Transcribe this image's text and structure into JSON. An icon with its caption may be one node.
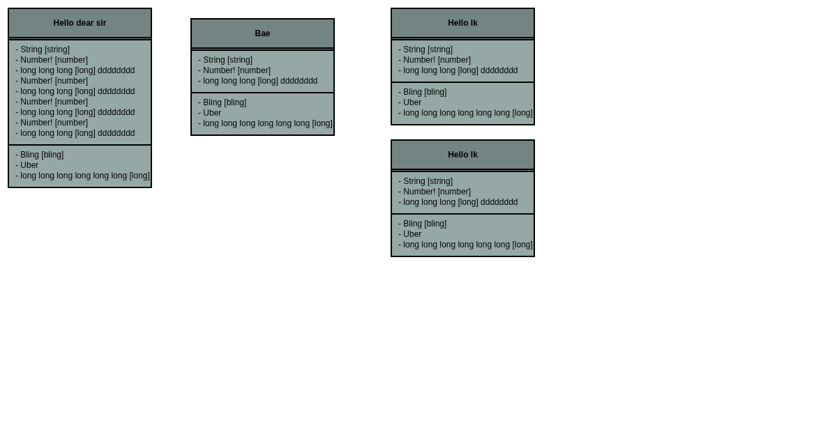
{
  "diagram": {
    "nodes": [
      {
        "text": [
          "Hello dear sir"
        ]
      },
      {
        "text": [
          "- String [string]",
          "- Number! [number]",
          "- long long long [long] dddddddd",
          "- Number! [number]",
          "- long long long [long] dddddddd",
          "- Number! [number]",
          "- long long long [long] dddddddd",
          "- Number! [number]",
          "- long long long [long] dddddddd"
        ],
        "in": 0
      },
      {
        "text": [
          "- Bling [bling]",
          "- Uber",
          "- long long long long long long [long]"
        ],
        "in": 0
      },
      {
        "text": [
          "Bae"
        ]
      },
      {
        "text": [
          "- String [string]",
          "- Number! [number]",
          "- long long long [long] dddddddd"
        ],
        "in": 3
      },
      {
        "text": [
          "- Bling [bling]",
          "- Uber",
          "- long long long long long long [long]"
        ],
        "in": 3
      },
      {
        "text": [
          "Hello lk"
        ]
      },
      {
        "text": [
          "- String [string]",
          "- Number! [number]",
          "- long long long [long] dddddddd"
        ],
        "in": 6
      },
      {
        "text": [
          "- Bling [bling]",
          "- Uber",
          "- long long long long long long [long]"
        ],
        "in": 6
      },
      {
        "text": [
          "Hello lk"
        ]
      },
      {
        "text": [
          "- String [string]",
          "- Number! [number]",
          "- long long long [long] dddddddd"
        ],
        "in": 9
      },
      {
        "text": [
          "- Bling [bling]",
          "- Uber",
          "- long long long long long long [long]"
        ],
        "in": 9
      }
    ]
  }
}
